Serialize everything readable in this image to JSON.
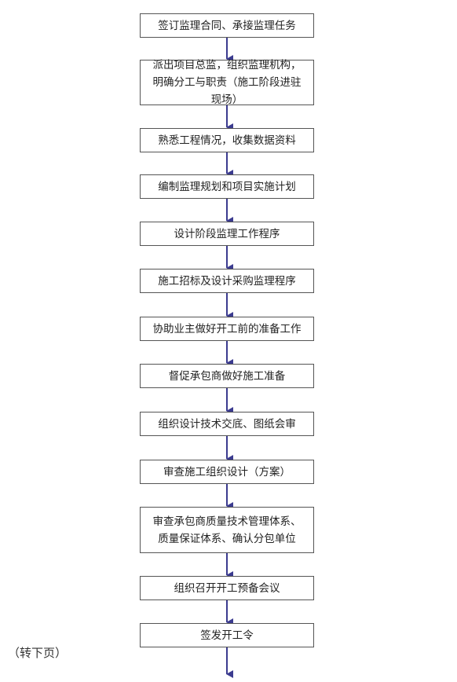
{
  "diagram": {
    "steps": [
      "签订监理合同、承接监理任务",
      "派出项目总监，组织监理机构，明确分工与职责（施工阶段进驻现场）",
      "熟悉工程情况，收集数据资料",
      "编制监理规划和项目实施计划",
      "设计阶段监理工作程序",
      "施工招标及设计采购监理程序",
      "协助业主做好开工前的准备工作",
      "督促承包商做好施工准备",
      "组织设计技术交底、图纸会审",
      "审查施工组织设计（方案）",
      "审查承包商质量技术管理体系、质量保证体系、确认分包单位",
      "组织召开开工预备会议",
      "签发开工令"
    ],
    "footer_note": "（转下页）",
    "colors": {
      "arrow": "#3b3b8f",
      "box_border": "#555555",
      "text": "#222222"
    }
  }
}
